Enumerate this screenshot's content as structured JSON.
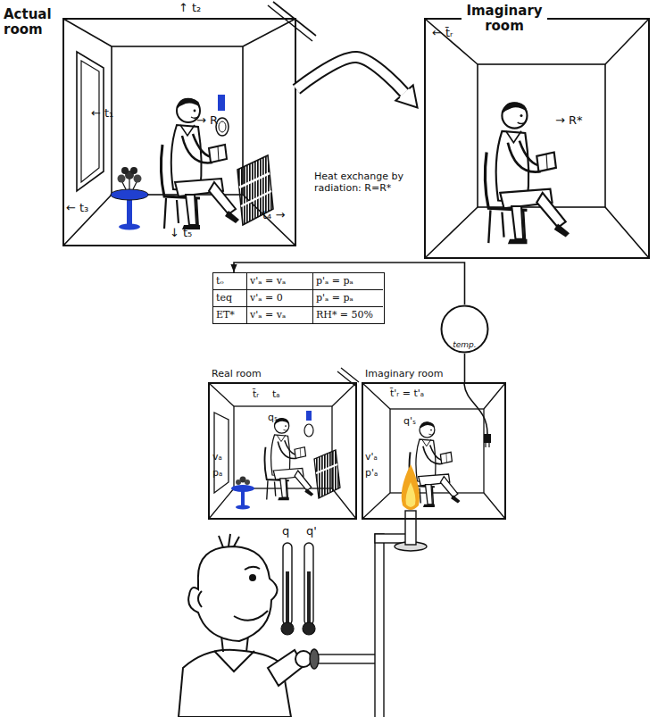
{
  "diagram": {
    "nodes": [
      {
        "text": [
          "Actual room"
        ]
      },
      {
        "text": [
          "Imaginary room"
        ]
      },
      {
        "text": [
          "tₒ",
          "v'ₐ = vₐ",
          "p'ₐ = pₐ",
          "teq",
          "v'ₐ = 0",
          "p'ₐ = pₐ",
          "ET*",
          "v'ₐ = vₐ",
          "RH* = 50%"
        ]
      },
      {
        "text": [
          "temp."
        ]
      },
      {
        "text": [
          "Real room"
        ]
      },
      {
        "text": [
          "Imaginary room"
        ]
      }
    ],
    "edges": [
      {
        "from": 0,
        "to": 1,
        "arrow": "to"
      },
      {
        "from": 3,
        "to": 2,
        "arrow": "to"
      },
      {
        "from": 3,
        "to": 5,
        "arrow": "none"
      }
    ],
    "labels": [
      "↑ t₂",
      "← t₁",
      "← t₃",
      "t₄ →",
      "↓ t₅",
      "→ R",
      "← t̄ᵣ",
      "→ R*",
      "Heat exchange by radiation: R=R*",
      "t̄ᵣ",
      "tₐ",
      "qₛ",
      "vₐ",
      "pₐ",
      "t̄'ᵣ = t'ₐ",
      "q'ₛ",
      "v'ₐ",
      "p'ₐ",
      "q",
      "q'"
    ]
  }
}
